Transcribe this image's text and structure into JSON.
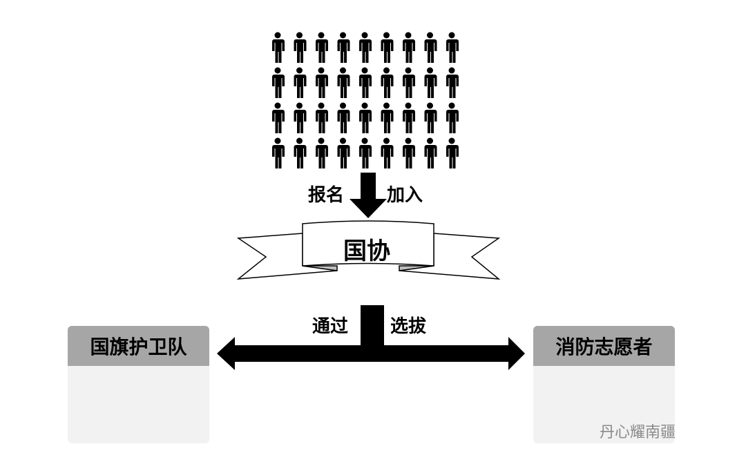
{
  "top_group": {
    "rows": 4,
    "cols": 9,
    "color": "#000000"
  },
  "join_arrow": {
    "left_label": "报名",
    "right_label": "加入"
  },
  "banner": {
    "label": "国协"
  },
  "split_arrow": {
    "left_label": "通过",
    "right_label": "选拔"
  },
  "left_box": {
    "title": "国旗护卫队",
    "rows": 2,
    "cols": 3,
    "color": "#e00000"
  },
  "right_box": {
    "title": "消防志愿者",
    "rows": 2,
    "cols": 3,
    "color": "#5b9bd5"
  },
  "watermark": {
    "text": "丹心耀南疆"
  }
}
